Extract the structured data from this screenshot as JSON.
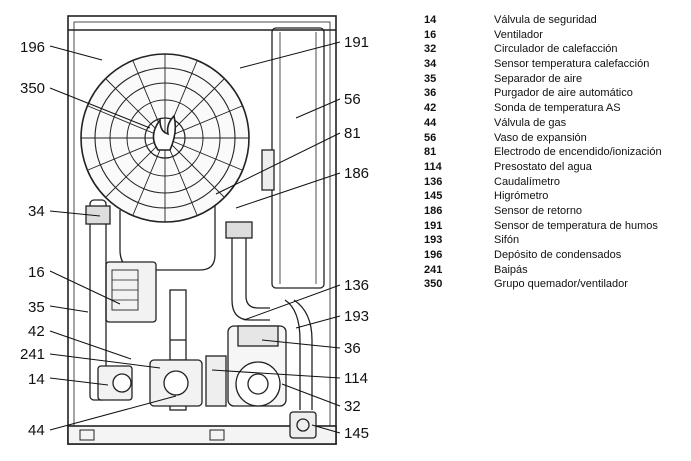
{
  "callouts": [
    {
      "id": "14",
      "label": "14"
    },
    {
      "id": "16",
      "label": "16"
    },
    {
      "id": "32",
      "label": "32"
    },
    {
      "id": "34",
      "label": "34"
    },
    {
      "id": "35",
      "label": "35"
    },
    {
      "id": "36",
      "label": "36"
    },
    {
      "id": "42",
      "label": "42"
    },
    {
      "id": "44",
      "label": "44"
    },
    {
      "id": "56",
      "label": "56"
    },
    {
      "id": "81",
      "label": "81"
    },
    {
      "id": "114",
      "label": "114"
    },
    {
      "id": "136",
      "label": "136"
    },
    {
      "id": "145",
      "label": "145"
    },
    {
      "id": "186",
      "label": "186"
    },
    {
      "id": "191",
      "label": "191"
    },
    {
      "id": "193",
      "label": "193"
    },
    {
      "id": "196",
      "label": "196"
    },
    {
      "id": "241",
      "label": "241"
    },
    {
      "id": "350",
      "label": "350"
    }
  ],
  "legend": [
    {
      "num": "14",
      "desc": "Válvula de seguridad"
    },
    {
      "num": "16",
      "desc": "Ventilador"
    },
    {
      "num": "32",
      "desc": "Circulador de calefacción"
    },
    {
      "num": "34",
      "desc": "Sensor temperatura calefacción"
    },
    {
      "num": "35",
      "desc": "Separador de aire"
    },
    {
      "num": "36",
      "desc": "Purgador de aire automático"
    },
    {
      "num": "42",
      "desc": "Sonda de temperatura AS"
    },
    {
      "num": "44",
      "desc": "Válvula de gas"
    },
    {
      "num": "56",
      "desc": "Vaso de expansión"
    },
    {
      "num": "81",
      "desc": "Electrodo de encendido/ionización"
    },
    {
      "num": "114",
      "desc": "Presostato del agua"
    },
    {
      "num": "136",
      "desc": "Caudalímetro"
    },
    {
      "num": "145",
      "desc": "Higrómetro"
    },
    {
      "num": "186",
      "desc": "Sensor de retorno"
    },
    {
      "num": "191",
      "desc": "Sensor de temperatura de humos"
    },
    {
      "num": "193",
      "desc": "Sifón"
    },
    {
      "num": "196",
      "desc": "Depósito de condensados"
    },
    {
      "num": "241",
      "desc": "Baipás"
    },
    {
      "num": "350",
      "desc": "Grupo quemador/ventilador"
    }
  ]
}
